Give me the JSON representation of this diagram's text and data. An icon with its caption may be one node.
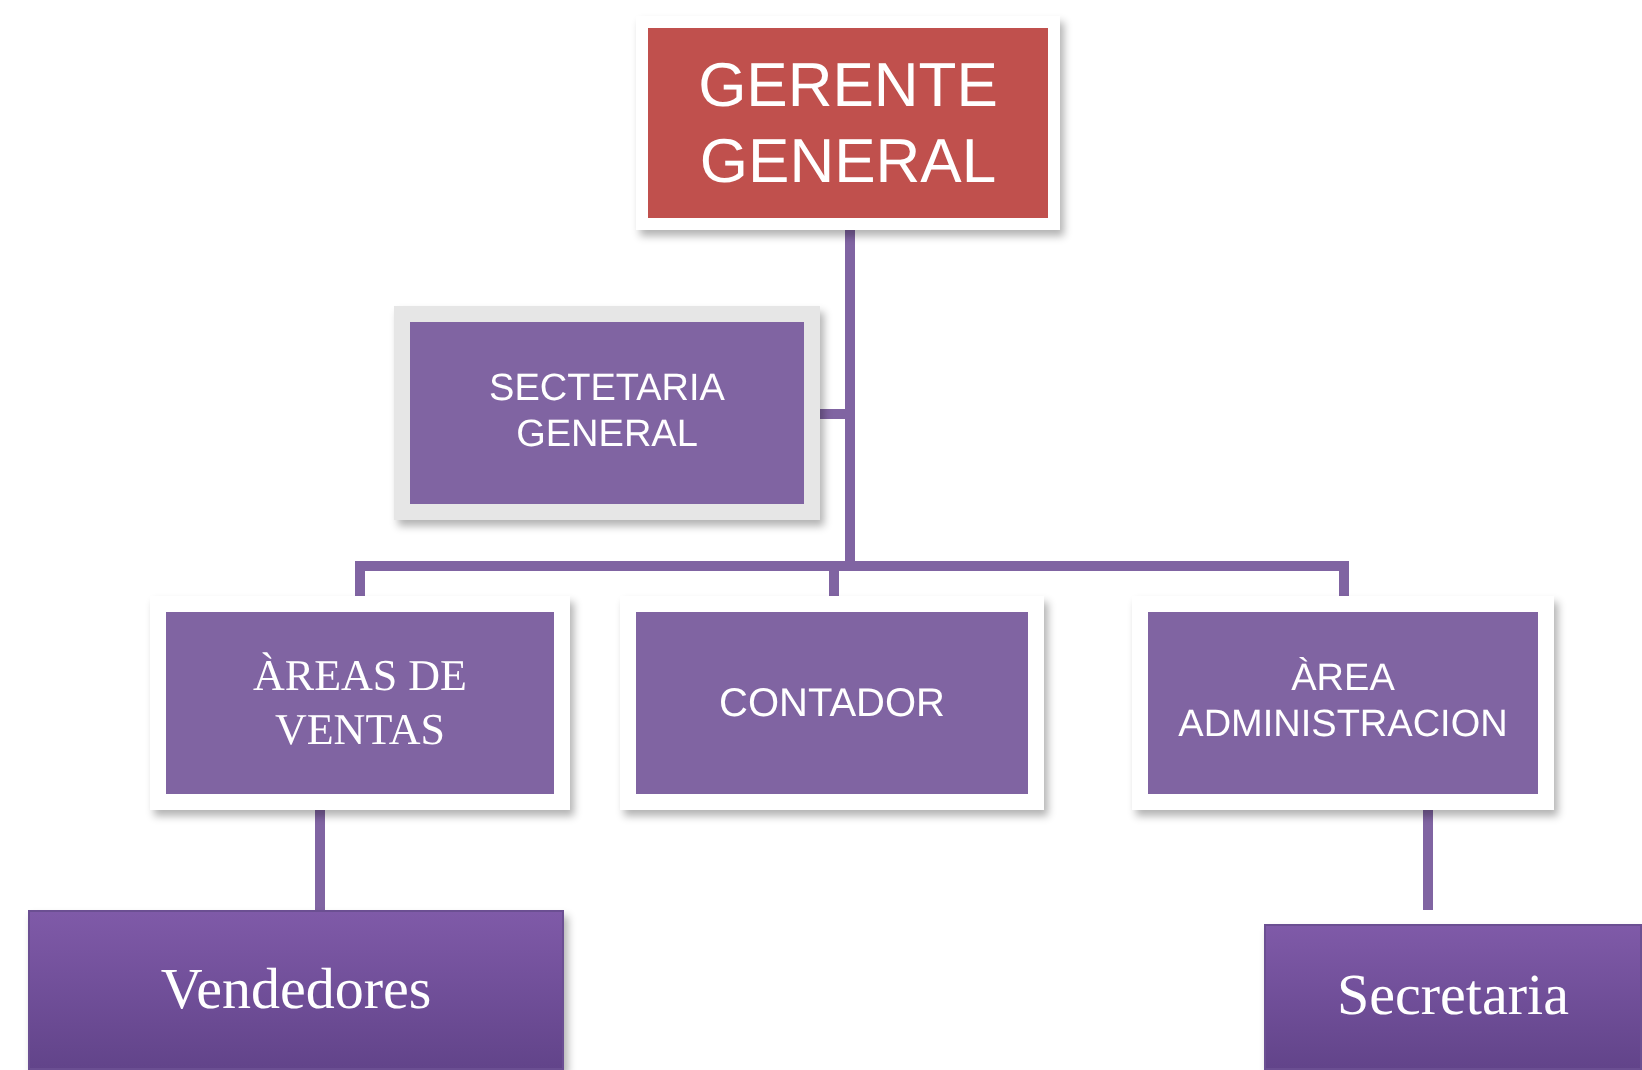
{
  "diagram": {
    "nodes": [
      {
        "text": [
          "GERENTE GENERAL"
        ]
      },
      {
        "text": [
          "SECTETARIA GENERAL"
        ]
      },
      {
        "text": [
          "ÀREAS DE VENTAS"
        ]
      },
      {
        "text": [
          "CONTADOR"
        ]
      },
      {
        "text": [
          "ÀREA ADMINISTRACION"
        ]
      },
      {
        "text": [
          "Vendedores"
        ]
      },
      {
        "text": [
          "Secretaria"
        ]
      }
    ],
    "edges": [
      {
        "from": 0,
        "to": 1,
        "arrow": "none"
      },
      {
        "from": 0,
        "to": 2,
        "arrow": "none"
      },
      {
        "from": 0,
        "to": 3,
        "arrow": "none"
      },
      {
        "from": 0,
        "to": 4,
        "arrow": "none"
      },
      {
        "from": 2,
        "to": 5,
        "arrow": "none"
      },
      {
        "from": 4,
        "to": 6,
        "arrow": "none"
      }
    ]
  }
}
